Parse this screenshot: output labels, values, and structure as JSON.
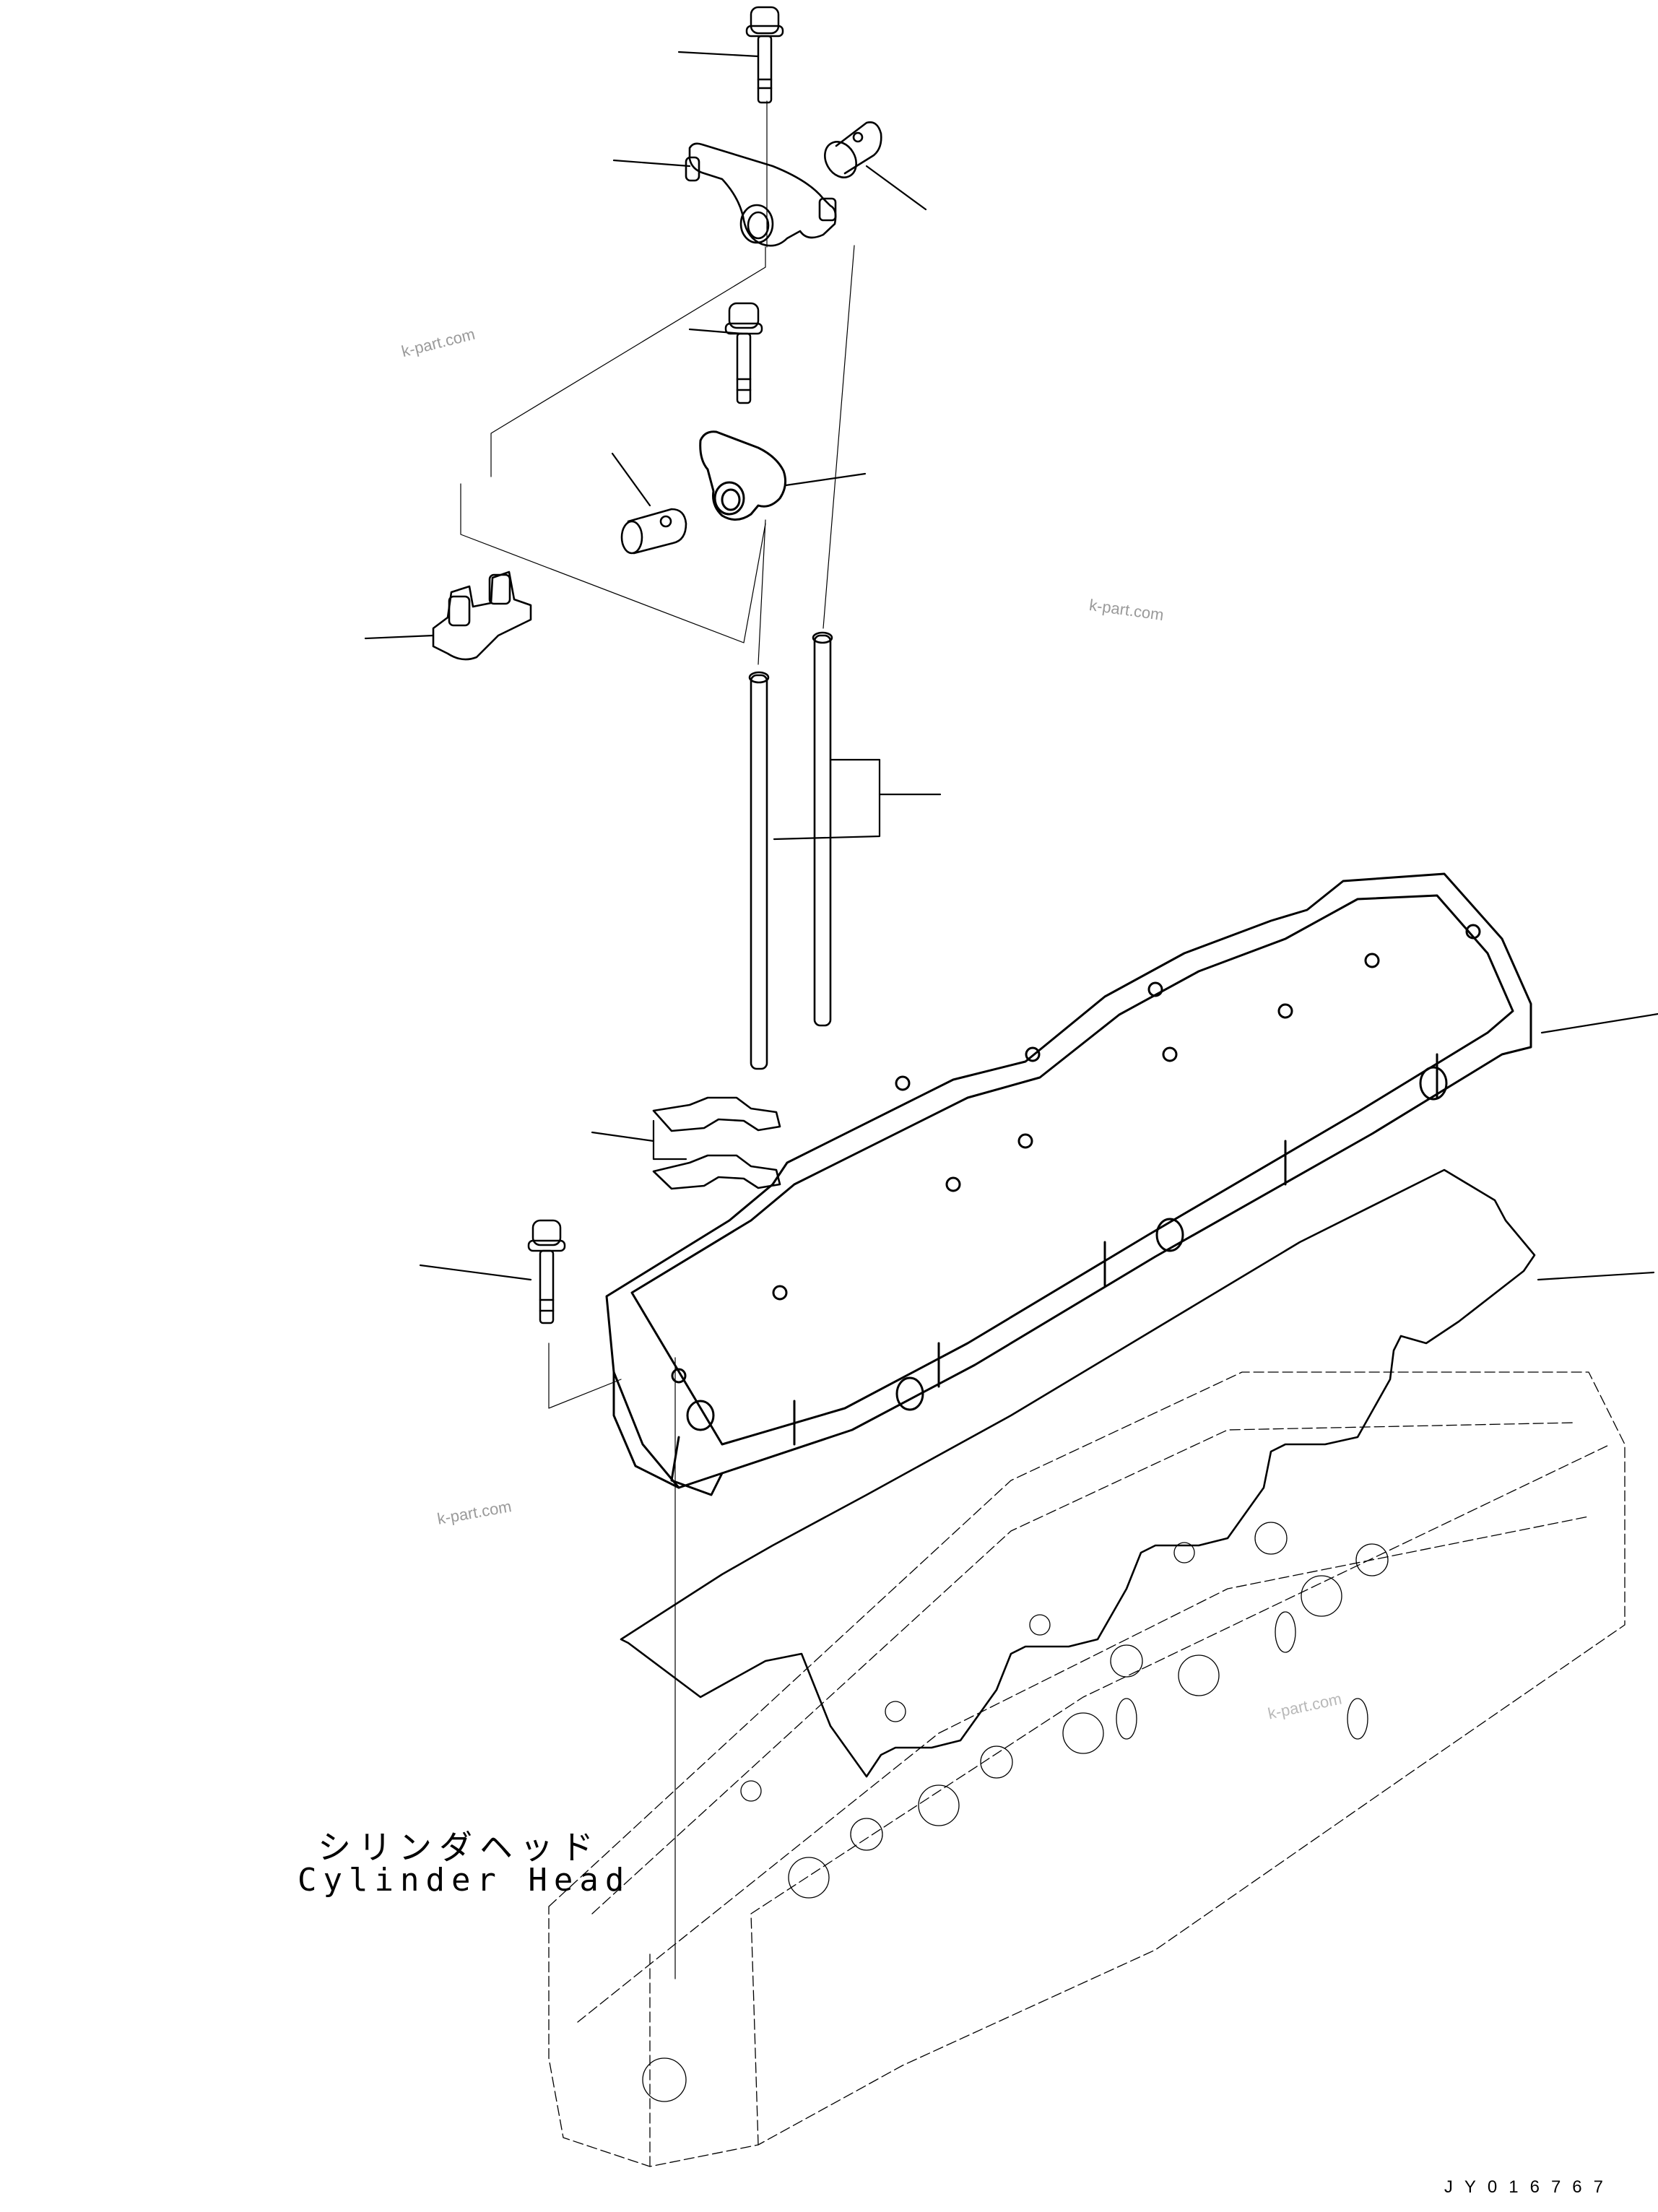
{
  "diagram": {
    "type": "exploded-parts-diagram",
    "labels": {
      "cylinder_head_jp": "シリンダヘッド",
      "cylinder_head_en": "Cylinder Head"
    },
    "drawing_code": "JY016767",
    "watermarks": [
      "k-part.com",
      "k-part.com",
      "k-part.com",
      "k-part.com"
    ],
    "parts": [
      {
        "name": "rocker-arm-bolt-upper",
        "leader_from": [
          940,
          72
        ],
        "leader_to": [
          1050,
          78
        ]
      },
      {
        "name": "rocker-arm-upper",
        "leader_from": [
          850,
          222
        ],
        "leader_to": [
          955,
          230
        ]
      },
      {
        "name": "rocker-shaft-pin-upper",
        "leader_from": [
          1282,
          290
        ],
        "leader_to": [
          1200,
          230
        ]
      },
      {
        "name": "rocker-arm-bolt-lower",
        "leader_from": [
          955,
          456
        ],
        "leader_to": [
          1028,
          462
        ]
      },
      {
        "name": "rocker-shaft-pin-lower",
        "leader_from": [
          848,
          628
        ],
        "leader_to": [
          900,
          700
        ]
      },
      {
        "name": "rocker-arm-lower",
        "leader_from": [
          1198,
          656
        ],
        "leader_to": [
          1088,
          672
        ]
      },
      {
        "name": "rocker-support",
        "leader_from": [
          506,
          884
        ],
        "leader_to": [
          600,
          880
        ]
      },
      {
        "name": "push-rods",
        "leader_from": [
          1302,
          1100
        ],
        "leader_to": [
          1218,
          1100
        ]
      },
      {
        "name": "head-bracket-set",
        "leader_from": [
          820,
          1568
        ],
        "leader_to": [
          905,
          1580
        ]
      },
      {
        "name": "cover-bolt",
        "leader_from": [
          582,
          1752
        ],
        "leader_to": [
          735,
          1772
        ]
      },
      {
        "name": "rocker-housing",
        "leader_from": [
          2296,
          1404
        ],
        "leader_to": [
          2135,
          1430
        ]
      },
      {
        "name": "housing-gasket",
        "leader_from": [
          2290,
          1762
        ],
        "leader_to": [
          2130,
          1772
        ]
      }
    ]
  }
}
